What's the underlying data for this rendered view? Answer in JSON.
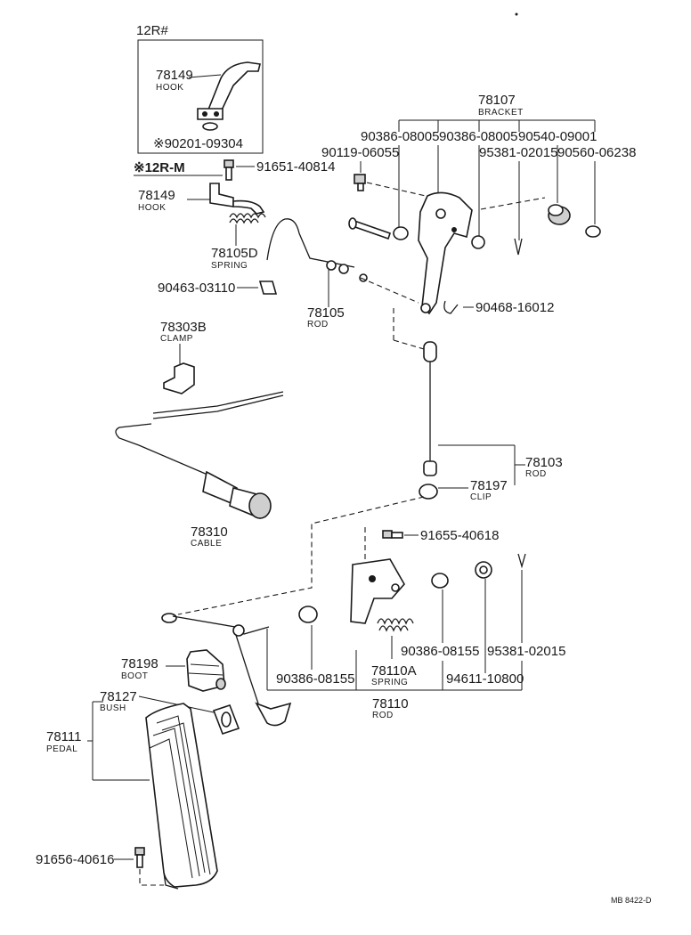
{
  "inset": {
    "title": "12R#",
    "note": "※90201-09304"
  },
  "variant": {
    "label": "※12R-M"
  },
  "footer": {
    "code": "MB 8422-D"
  },
  "parts": {
    "p78149a": {
      "number": "78149",
      "name": "HOOK"
    },
    "p78149b": {
      "number": "78149",
      "name": "HOOK"
    },
    "p78105d": {
      "number": "78105D",
      "name": "SPRING"
    },
    "p78105": {
      "number": "78105",
      "name": "ROD"
    },
    "p78107": {
      "number": "78107",
      "name": "BRACKET"
    },
    "p78303b": {
      "number": "78303B",
      "name": "CLAMP"
    },
    "p78310": {
      "number": "78310",
      "name": "CABLE"
    },
    "p78103": {
      "number": "78103",
      "name": "ROD"
    },
    "p78197": {
      "number": "78197",
      "name": "CLIP"
    },
    "p78110a": {
      "number": "78110A",
      "name": "SPRING"
    },
    "p78110": {
      "number": "78110",
      "name": "ROD"
    },
    "p78198": {
      "number": "78198",
      "name": "BOOT"
    },
    "p78127": {
      "number": "78127",
      "name": "BUSH"
    },
    "p78111": {
      "number": "78111",
      "name": "PEDAL"
    }
  },
  "codes": {
    "c91651": "91651-40814",
    "c90119": "90119-06055",
    "c90386a": "90386-08005",
    "c90386b": "90386-08005",
    "c90540": "90540-09001",
    "c95381a": "95381-02015",
    "c90560": "90560-06238",
    "c90463": "90463-03110",
    "c90468": "90468-16012",
    "c91655": "91655-40618",
    "c90386c": "90386-08155",
    "c90386d": "90386-08155",
    "c95381b": "95381-02015",
    "c94611": "94611-10800",
    "c91656": "91656-40616"
  }
}
